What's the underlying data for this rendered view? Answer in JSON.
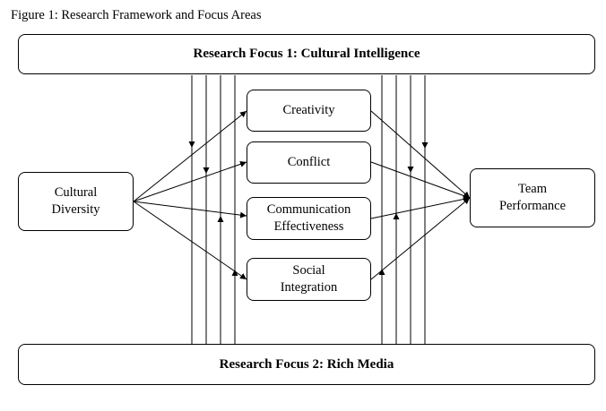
{
  "caption": "Figure 1: Research Framework and Focus Areas",
  "focus_top": "Research Focus 1: Cultural Intelligence",
  "focus_bottom": "Research Focus 2: Rich Media",
  "left_node": {
    "line1": "Cultural",
    "line2": "Diversity"
  },
  "right_node": {
    "line1": "Team",
    "line2": "Performance"
  },
  "mediators": {
    "creativity": "Creativity",
    "conflict": "Conflict",
    "communication": {
      "line1": "Communication",
      "line2": "Effectiveness"
    },
    "social": {
      "line1": "Social",
      "line2": "Integration"
    }
  }
}
